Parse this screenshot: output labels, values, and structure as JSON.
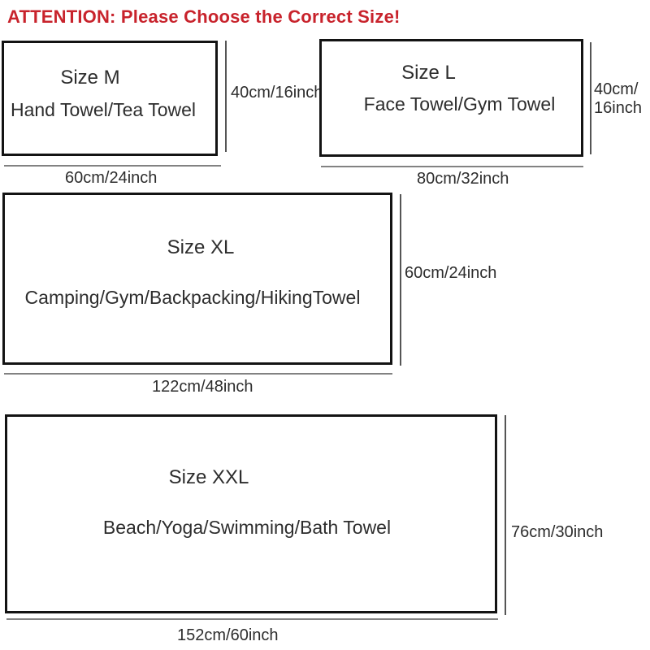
{
  "title": {
    "text": "ATTENTION: Please Choose the Correct Size!",
    "color": "#C8232C"
  },
  "sizes": [
    {
      "name": "Size M",
      "use": "Hand Towel/Tea Towel",
      "height_label": "40cm/16inch",
      "width_label": "60cm/24inch"
    },
    {
      "name": "Size L",
      "use": "Face Towel/Gym Towel",
      "height_label": "40cm/\n16inch",
      "width_label": "80cm/32inch"
    },
    {
      "name": "Size XL",
      "use": "Camping/Gym/Backpacking/HikingTowel",
      "height_label": "60cm/24inch",
      "width_label": "122cm/48inch"
    },
    {
      "name": "Size XXL",
      "use": "Beach/Yoga/Swimming/Bath Towel",
      "height_label": "76cm/30inch",
      "width_label": "152cm/60inch"
    }
  ]
}
